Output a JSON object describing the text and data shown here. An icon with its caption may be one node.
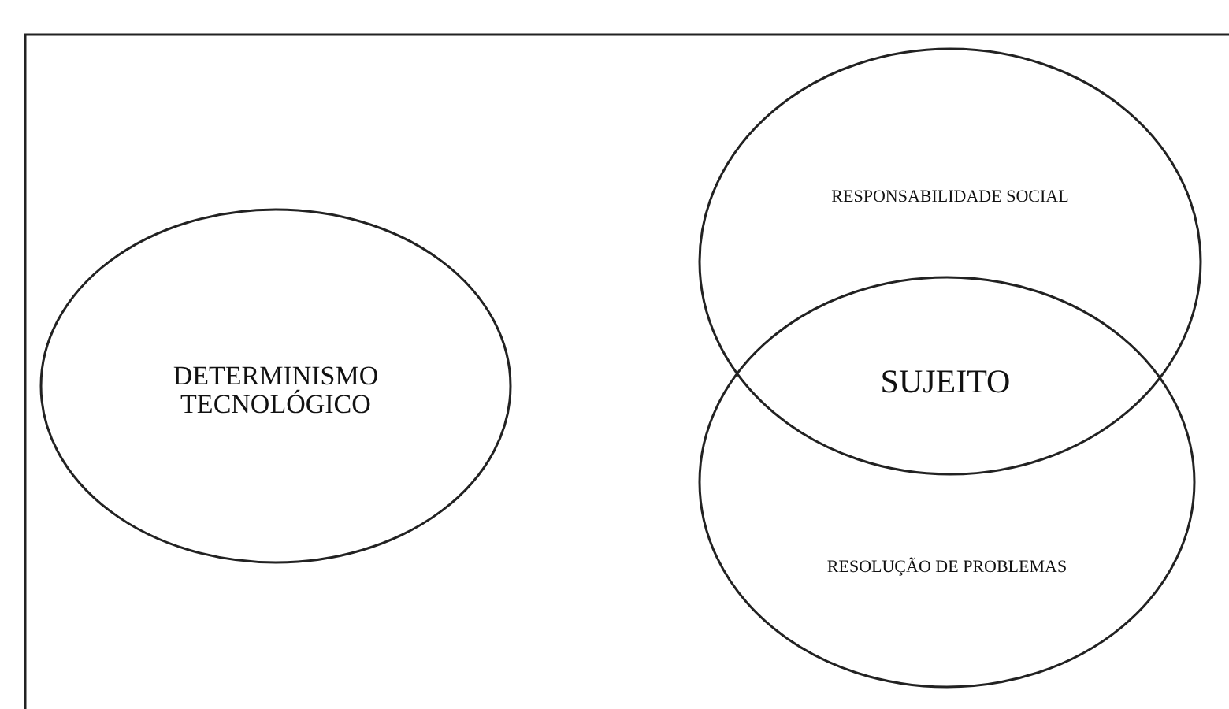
{
  "diagram": {
    "nodes": [
      {
        "text": [
          "DETERMINISMO TECNOLÓGICO"
        ]
      },
      {
        "text": [
          "RESPONSABILIDADE SOCIAL"
        ]
      },
      {
        "text": [
          "RESOLUÇÃO DE PROBLEMAS"
        ]
      }
    ],
    "labels": [
      "SUJEITO"
    ]
  }
}
